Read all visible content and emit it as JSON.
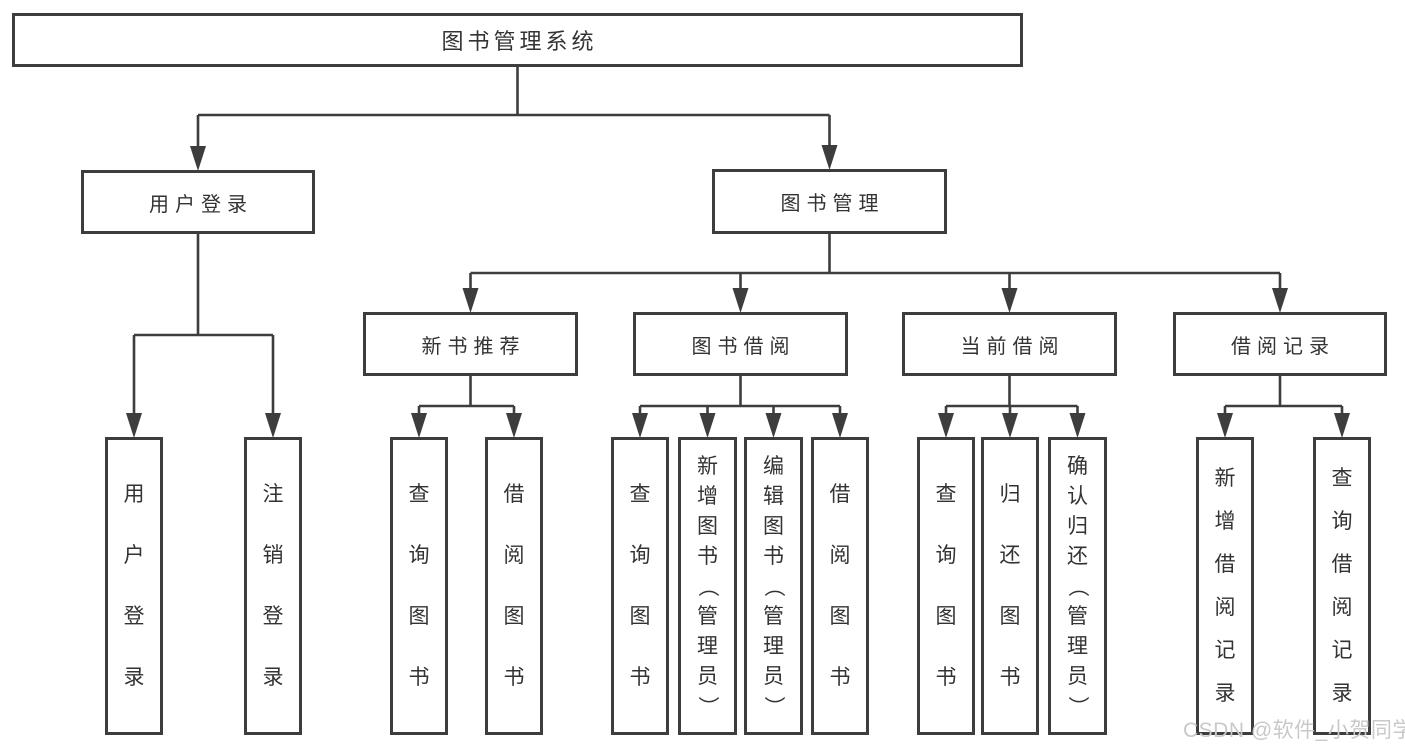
{
  "diagram": {
    "title": "图书管理系统",
    "nodes": [
      {
        "id": "root",
        "label": "图书管理系统",
        "children": [
          "user-login",
          "book-mgmt"
        ]
      },
      {
        "id": "user-login",
        "label": "用户登录",
        "children": [
          "leaf-user-login",
          "leaf-logout"
        ]
      },
      {
        "id": "book-mgmt",
        "label": "图书管理",
        "children": [
          "new-book-rec",
          "book-borrow",
          "current-borrow",
          "borrow-records"
        ]
      },
      {
        "id": "new-book-rec",
        "label": "新书推荐",
        "children": [
          "nbr-query-book",
          "nbr-borrow-book"
        ]
      },
      {
        "id": "book-borrow",
        "label": "图书借阅",
        "children": [
          "bb-query-book",
          "bb-add-book",
          "bb-edit-book",
          "bb-borrow-book"
        ]
      },
      {
        "id": "current-borrow",
        "label": "当前借阅",
        "children": [
          "cb-query-book",
          "cb-return-book",
          "cb-confirm-return"
        ]
      },
      {
        "id": "borrow-records",
        "label": "借阅记录",
        "children": [
          "br-add-record",
          "br-query-record"
        ]
      },
      {
        "id": "leaf-user-login",
        "label": "用户登录",
        "children": []
      },
      {
        "id": "leaf-logout",
        "label": "注销登录",
        "children": []
      },
      {
        "id": "nbr-query-book",
        "label": "查询图书",
        "children": []
      },
      {
        "id": "nbr-borrow-book",
        "label": "借阅图书",
        "children": []
      },
      {
        "id": "bb-query-book",
        "label": "查询图书",
        "children": []
      },
      {
        "id": "bb-add-book",
        "label": "新增图书（管理员）",
        "children": []
      },
      {
        "id": "bb-edit-book",
        "label": "编辑图书（管理员）",
        "children": []
      },
      {
        "id": "bb-borrow-book",
        "label": "借阅图书",
        "children": []
      },
      {
        "id": "cb-query-book",
        "label": "查询图书",
        "children": []
      },
      {
        "id": "cb-return-book",
        "label": "归还图书",
        "children": []
      },
      {
        "id": "cb-confirm-return",
        "label": "确认归还（管理员）",
        "children": []
      },
      {
        "id": "br-add-record",
        "label": "新增借阅记录",
        "children": []
      },
      {
        "id": "br-query-record",
        "label": "查询借阅记录",
        "children": []
      }
    ]
  },
  "watermark": {
    "text": "CSDN @软件_小贺同学"
  },
  "colors": {
    "line": "#3d3d3d",
    "box_border": "#3d3d3d",
    "text": "#333333",
    "watermark_text": "#c9c9c9",
    "background": "#ffffff"
  }
}
